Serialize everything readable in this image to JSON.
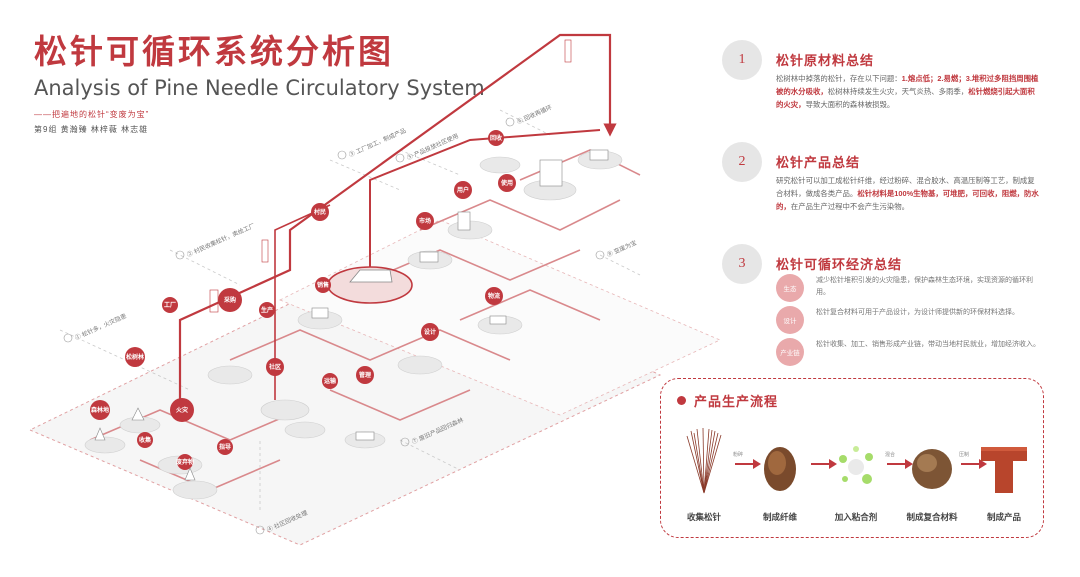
{
  "header": {
    "title_cn": "松针可循环系统分析图",
    "title_en": "Analysis of Pine Needle Circulatory System",
    "subtitle": "——把遍地的松针“变废为宝”",
    "team": "第9组  黄瀚臻 林梓薇 林志雄"
  },
  "nodes": {
    "pine_forest": "松树林",
    "forest_floor": "森林地",
    "fire": "火灾",
    "purchase": "采购",
    "factory": "工厂",
    "community": "社区",
    "users": "用户",
    "use": "使用",
    "market": "市场",
    "admin": "管理",
    "logistics": "物流",
    "design": "设计",
    "village": "村民",
    "recycle": "回收",
    "produce": "生产",
    "sell": "销售",
    "waste": "废弃物",
    "collect": "收集",
    "guide": "指导",
    "transport": "运输"
  },
  "steps": {
    "s1": "① 松针多，火灾隐患",
    "s2": "② 村民收集松针，卖给工厂",
    "s3": "③ 工厂加工，制成产品",
    "s4": "④ 社区回收处理",
    "s5": "⑤ 产品投放社区使用",
    "s6": "⑥ 回收再循环",
    "s7": "⑦ 废旧产品回归森林",
    "s8": "⑧ 变废为宝"
  },
  "summaries": [
    {
      "num": "1",
      "head": "松针原材料总结",
      "intro": "松树林中掉落的松针，存在以下问题：",
      "hl1": "1.熔点低；2.易燃；3.堆积过多阻挡周围植被的水分吸收，",
      "mid": "松树林持续发生火灾，天气炎热、多雨季，",
      "hl2": "松针燃烧引起大面积的火灾，",
      "tail": "导致大面积的森林被损毁。"
    },
    {
      "num": "2",
      "head": "松针产品总结",
      "intro": "研究松针可以加工成松针纤维，经过粉碎、混合胶水、高温压制等工艺，制成复合材料，做成各类产品。",
      "hl1": "松针材料是100%生物基，可堆肥，可回收，阻燃，防水的，",
      "tail": "在产品生产过程中不会产生污染物。"
    },
    {
      "num": "3",
      "head": "松针可循环经济总结"
    }
  ],
  "economy": [
    {
      "tag": "生态",
      "text": "减少松针堆积引发的火灾隐患，保护森林生态环境，实现资源的循环利用。"
    },
    {
      "tag": "设计",
      "text": "松针复合材料可用于产品设计，为设计师提供新的环保材料选择。"
    },
    {
      "tag": "产业链",
      "text": "松针收集、加工、销售形成产业链，带动当地村民就业，增加经济收入。"
    }
  ],
  "process": {
    "title": "产品生产流程",
    "steps": [
      "收集松针",
      "制成纤维",
      "加入粘合剂",
      "制成复合材料",
      "制成产品"
    ],
    "arrow_labels": [
      "粉碎",
      "",
      "混合",
      "压制"
    ]
  },
  "colors": {
    "accent": "#c0393f",
    "accent_light": "#e9a9ab",
    "line": "#d9898c",
    "platform": "#e9e9e9"
  }
}
